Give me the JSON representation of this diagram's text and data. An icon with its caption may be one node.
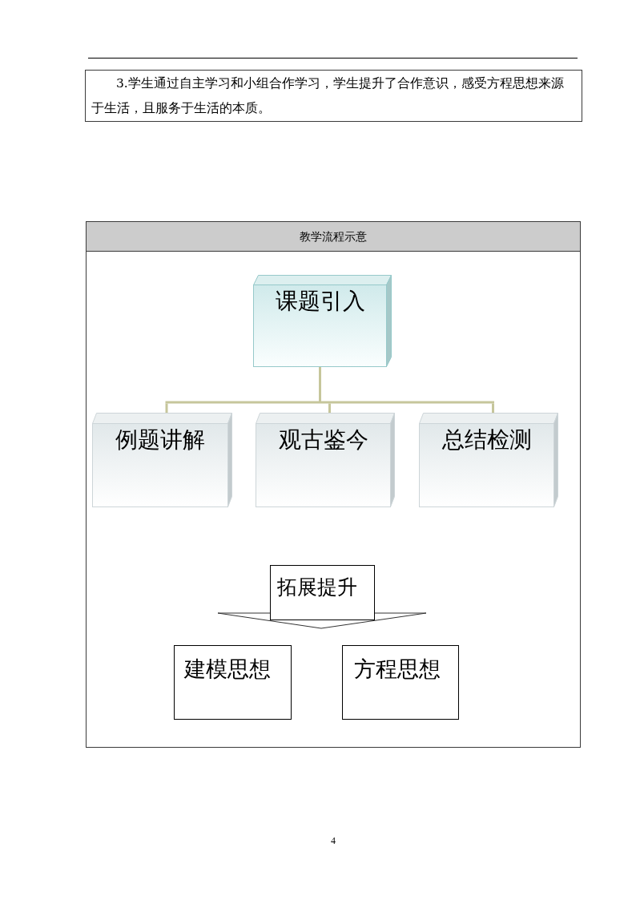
{
  "diagram": {
    "nodes": [
      {
        "text": [
          "3.学生通过自主学习和小组合作学习，学生提升了合作意识，感受方程思想来源于生活，且服务于生活的本质。"
        ]
      },
      {
        "text": [
          "教学流程示意"
        ]
      },
      {
        "text": [
          "课题引入"
        ],
        "in": 1
      },
      {
        "text": [
          "例题讲解"
        ],
        "in": 1
      },
      {
        "text": [
          "观古鉴今"
        ],
        "in": 1
      },
      {
        "text": [
          "总结检测"
        ],
        "in": 1
      },
      {
        "text": [
          "拓展提升"
        ],
        "in": 1
      },
      {
        "text": [],
        "shape": "triangle",
        "in": 1
      },
      {
        "text": [
          "建模思想"
        ],
        "in": 1
      },
      {
        "text": [
          "方程思想"
        ],
        "in": 1
      }
    ],
    "edges": [
      {
        "from": 2,
        "to": 3,
        "arrow": "none"
      },
      {
        "from": 2,
        "to": 4,
        "arrow": "none"
      },
      {
        "from": 2,
        "to": 5,
        "arrow": "none"
      }
    ],
    "labels": [
      "4"
    ]
  }
}
